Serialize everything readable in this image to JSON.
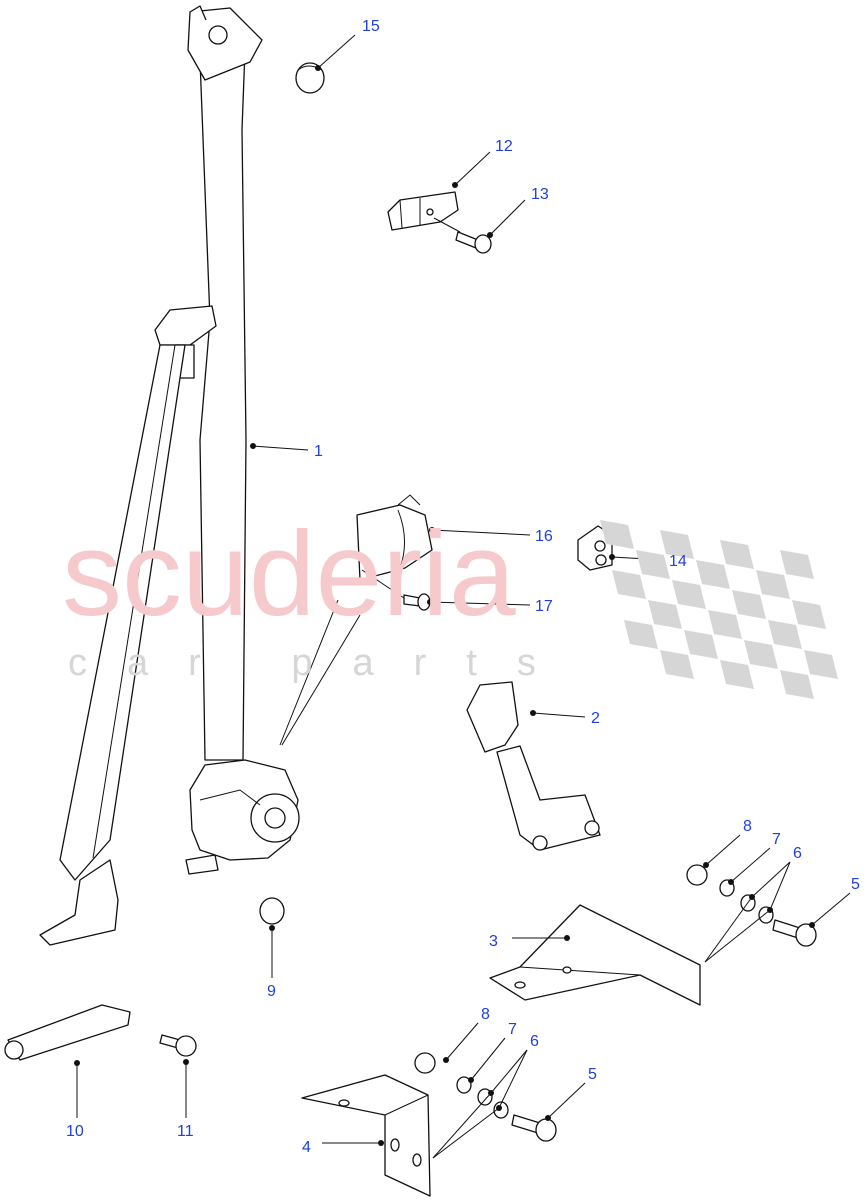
{
  "watermark": {
    "brand": "scuderia",
    "sub": "car parts",
    "brand_color": "#f6c9cc",
    "flag_color": "#d0d0d0"
  },
  "label_color": "#1f3fe0",
  "callouts": [
    {
      "id": "c15",
      "text": "15"
    },
    {
      "id": "c12",
      "text": "12"
    },
    {
      "id": "c13",
      "text": "13"
    },
    {
      "id": "c1",
      "text": "1"
    },
    {
      "id": "c16",
      "text": "16"
    },
    {
      "id": "c14",
      "text": "14"
    },
    {
      "id": "c17",
      "text": "17"
    },
    {
      "id": "c2",
      "text": "2"
    },
    {
      "id": "c8a",
      "text": "8"
    },
    {
      "id": "c7a",
      "text": "7"
    },
    {
      "id": "c6a",
      "text": "6"
    },
    {
      "id": "c5a",
      "text": "5"
    },
    {
      "id": "c3",
      "text": "3"
    },
    {
      "id": "c9",
      "text": "9"
    },
    {
      "id": "c10",
      "text": "10"
    },
    {
      "id": "c11",
      "text": "11"
    },
    {
      "id": "c8b",
      "text": "8"
    },
    {
      "id": "c7b",
      "text": "7"
    },
    {
      "id": "c6b",
      "text": "6"
    },
    {
      "id": "c5b",
      "text": "5"
    },
    {
      "id": "c4",
      "text": "4"
    }
  ]
}
